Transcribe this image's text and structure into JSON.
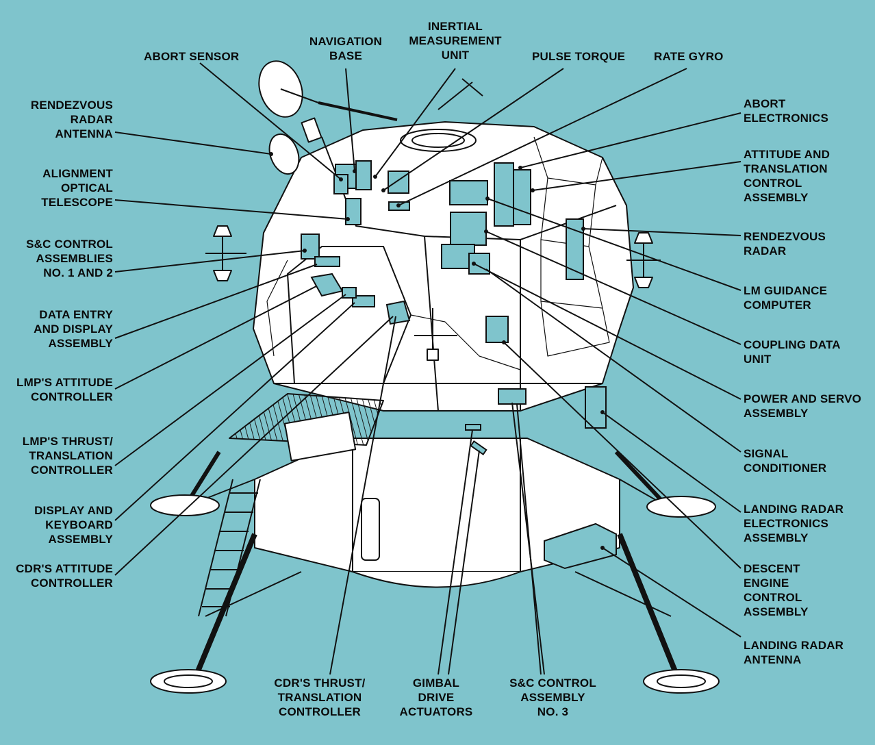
{
  "background_color": "#7fc4cc",
  "labels": {
    "navigation_base": "NAVIGATION\nBASE",
    "inertial_measurement_unit": "INERTIAL\nMEASUREMENT\nUNIT",
    "abort_sensor": "ABORT SENSOR",
    "pulse_torque": "PULSE TORQUE",
    "rate_gyro": "RATE GYRO",
    "rendezvous_radar_antenna": "RENDEZVOUS\nRADAR\nANTENNA",
    "abort_electronics": "ABORT\nELECTRONICS",
    "attitude_translation_control": "ATTITUDE AND\nTRANSLATION\nCONTROL\nASSEMBLY",
    "alignment_optical_telescope": "ALIGNMENT\nOPTICAL\nTELESCOPE",
    "rendezvous_radar": "RENDEZVOUS\nRADAR",
    "sc_control_assemblies_1_2": "S&C CONTROL\nASSEMBLIES\nNO. 1 AND 2",
    "lm_guidance_computer": "LM GUIDANCE\nCOMPUTER",
    "data_entry_display": "DATA ENTRY\nAND DISPLAY\nASSEMBLY",
    "coupling_data_unit": "COUPLING DATA\nUNIT",
    "lmp_attitude_controller": "LMP'S ATTITUDE\nCONTROLLER",
    "power_servo_assembly": "POWER AND SERVO\nASSEMBLY",
    "lmp_thrust_translation": "LMP'S THRUST/\nTRANSLATION\nCONTROLLER",
    "signal_conditioner": "SIGNAL\nCONDITIONER",
    "display_keyboard": "DISPLAY AND\nKEYBOARD\nASSEMBLY",
    "landing_radar_electronics": "LANDING RADAR\nELECTRONICS\nASSEMBLY",
    "cdr_attitude_controller": "CDR'S ATTITUDE\nCONTROLLER",
    "descent_engine_control": "DESCENT\nENGINE\nCONTROL\nASSEMBLY",
    "landing_radar_antenna": "LANDING RADAR\nANTENNA",
    "cdr_thrust_translation": "CDR'S THRUST/\nTRANSLATION\nCONTROLLER",
    "gimbal_drive_actuators": "GIMBAL\nDRIVE\nACTUATORS",
    "sc_control_assembly_3": "S&C CONTROL\nASSEMBLY\nNO. 3"
  }
}
